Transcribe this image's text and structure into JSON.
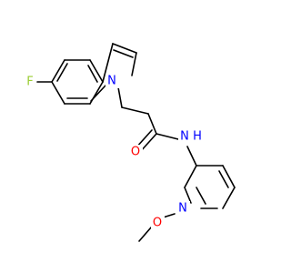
{
  "molecule": {
    "atoms": {
      "fluorine": {
        "label": "F",
        "color": "#9acd32"
      },
      "indole_nitrogen": {
        "label": "N",
        "color": "#0000ff"
      },
      "carbonyl_oxygen": {
        "label": "O",
        "color": "#ff0000"
      },
      "amide_nitrogen": {
        "label": "N",
        "color": "#0000ff"
      },
      "amide_hydrogen": {
        "label": "H",
        "color": "#0000ff"
      },
      "pyridine_nitrogen": {
        "label": "N",
        "color": "#0000ff"
      },
      "methoxy_oxygen": {
        "label": "O",
        "color": "#ff0000"
      }
    },
    "bond_color": "#000000"
  }
}
